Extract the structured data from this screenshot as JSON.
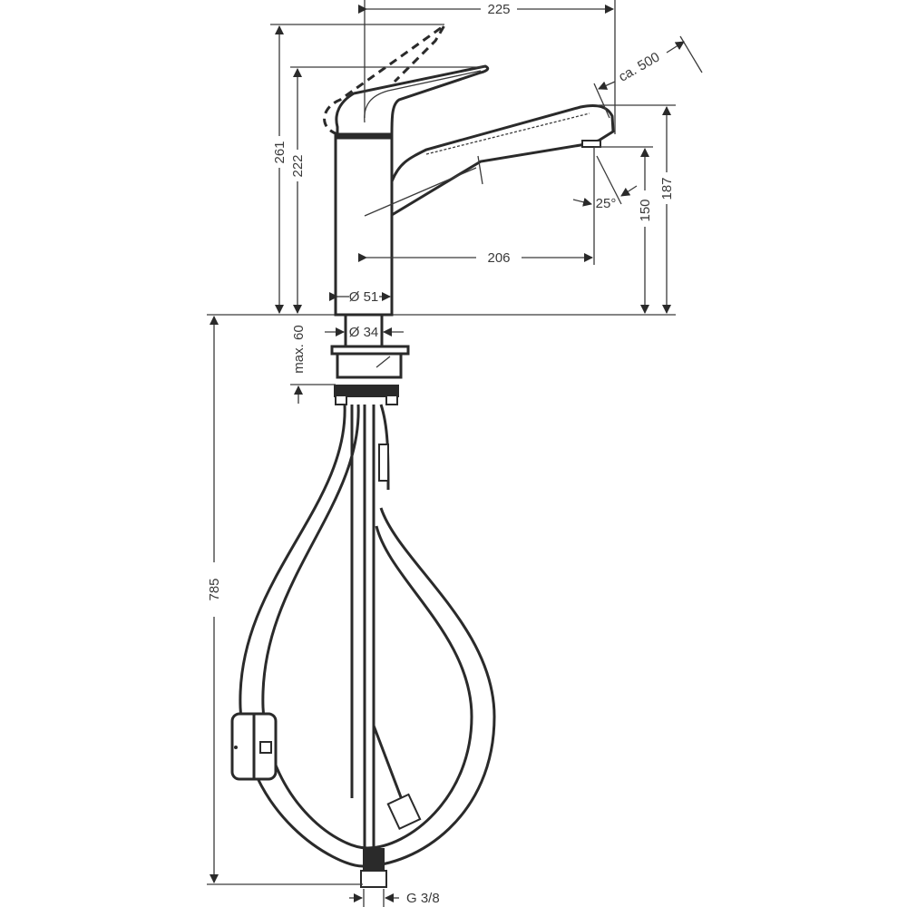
{
  "drawing": {
    "subject": "Pull-out kitchen faucet technical drawing",
    "units": "mm"
  },
  "dimensions": {
    "spout_reach_total": "225",
    "handle_height_raised": "261",
    "handle_height": "222",
    "hose_extension": "ca. 500",
    "spout_top_height": "187",
    "outlet_height": "150",
    "spray_angle": "25°",
    "spout_reach_outlet": "206",
    "body_diameter": "Ø 51",
    "mount_diameter": "Ø 34",
    "max_counter_thickness": "max. 60",
    "hose_length": "785",
    "connection_thread": "G 3/8"
  }
}
